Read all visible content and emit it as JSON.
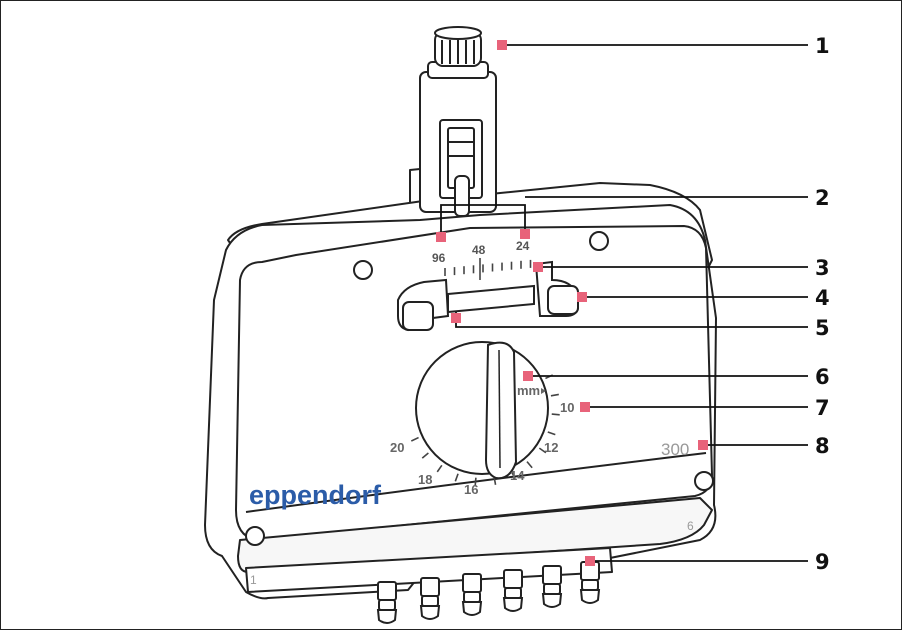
{
  "callouts": [
    {
      "number": "1"
    },
    {
      "number": "2"
    },
    {
      "number": "3"
    },
    {
      "number": "4"
    },
    {
      "number": "5"
    },
    {
      "number": "6"
    },
    {
      "number": "7"
    },
    {
      "number": "8"
    },
    {
      "number": "9"
    }
  ],
  "scale_labels": {
    "left": "96",
    "middle": "48",
    "right": "24"
  },
  "dial": {
    "unit": "mm",
    "marks": [
      {
        "value": "10"
      },
      {
        "value": "12"
      },
      {
        "value": "14"
      },
      {
        "value": "16"
      },
      {
        "value": "18"
      },
      {
        "value": "20"
      }
    ]
  },
  "brand": "eppendorf",
  "model": "300",
  "port_numbers": {
    "first": "1",
    "last": "6"
  },
  "colors": {
    "callout_marker": "#e8637a",
    "brand": "#2b5ca8",
    "outline": "#222222",
    "leader": "#111111"
  }
}
